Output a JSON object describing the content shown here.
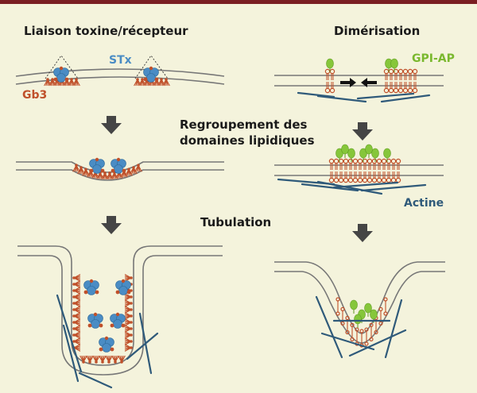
{
  "labels": {
    "left_title": "Liaison toxine/récepteur",
    "right_title": "Dimérisation",
    "stx": "STx",
    "gb3": "Gb3",
    "gpi": "GPI-AP",
    "middle_line1": "Regroupement des",
    "middle_line2": "domaines lipidiques",
    "tubulation": "Tubulation",
    "actine": "Actine"
  },
  "colors": {
    "background": "#f4f3dc",
    "top_bar": "#7a1e22",
    "membrane": "#777777",
    "lipid": "#c0502a",
    "toxin": "#4a8cc4",
    "gpi": "#86c63a",
    "actin": "#2f5a7a",
    "arrow": "#454545"
  }
}
